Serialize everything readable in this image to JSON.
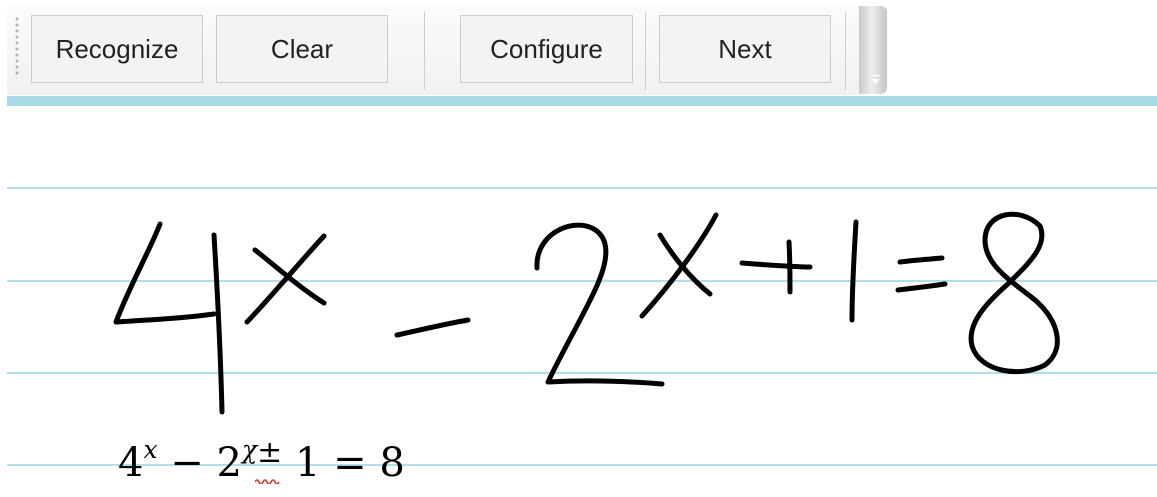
{
  "toolbar": {
    "buttons": [
      {
        "label": "Recognize"
      },
      {
        "label": "Clear"
      },
      {
        "label": "Configure"
      },
      {
        "label": "Next"
      }
    ]
  },
  "colors": {
    "rule_line": "#b2dde9",
    "toolbar_underline": "#a9d8e6",
    "ink": "#000000",
    "spell_squiggle": "#e0302a"
  },
  "recognition": {
    "base1": "4",
    "exp1": "x",
    "minus": "−",
    "base2": "2",
    "exp2": "χ",
    "op": "±",
    "rest": "1 = 8"
  }
}
